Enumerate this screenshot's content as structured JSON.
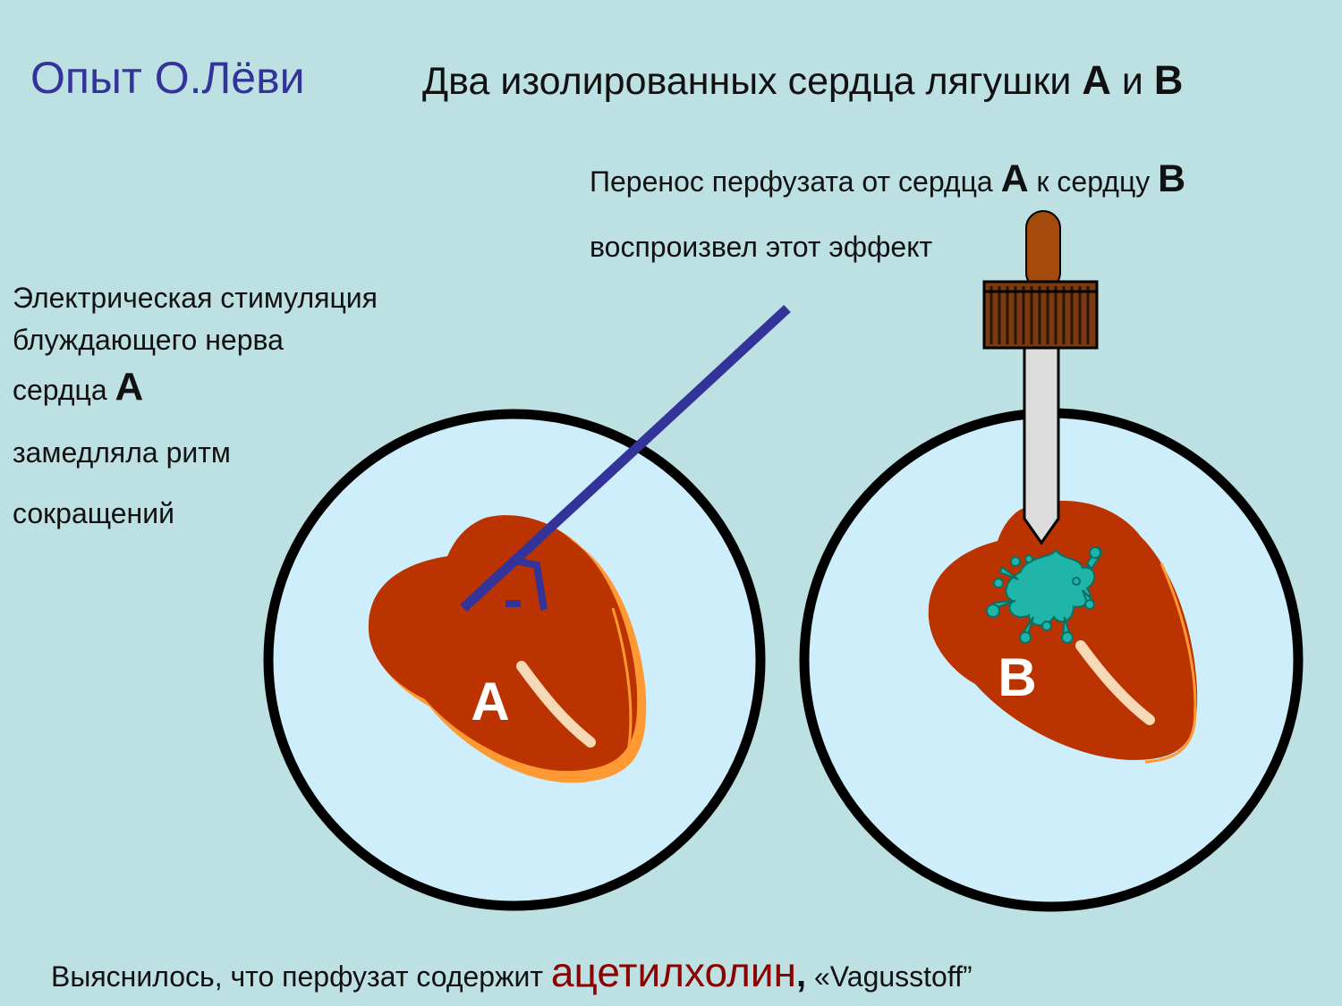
{
  "title": "Опыт О.Лёви",
  "subtitle": {
    "prefix": "Два изолированных сердца лягушки ",
    "letter_a": "A",
    "middle": " и ",
    "letter_b": "B"
  },
  "transfer": {
    "line1_prefix": "Перенос перфузата от сердца ",
    "letter_a": "A",
    "line1_middle": " к сердцу ",
    "letter_b": "B",
    "line2": "воспроизвел этот эффект"
  },
  "stimulation": {
    "line1": "Электрическая стимуляция",
    "line2": "блуждающего нерва",
    "line3_prefix": "сердца ",
    "letter": "A",
    "line4": "замедляла ритм",
    "line5": "сокращений"
  },
  "hearts": {
    "label_a": "A",
    "label_b": "B"
  },
  "conclusion": {
    "prefix": "Выяснилось, что перфузат содержит ",
    "highlight": "ацетилхолин",
    "comma": ",",
    "suffix": " «Vagusstoff”"
  },
  "colors": {
    "background": "#bde0e3",
    "dish_fill": "#cdeefa",
    "heart": "#bb3300",
    "heart_edge": "#ff9933",
    "electrode": "#333399",
    "dropper_bulb": "#a34a0c",
    "splash": "#1fb5a8",
    "highlight": "#8b0000"
  }
}
